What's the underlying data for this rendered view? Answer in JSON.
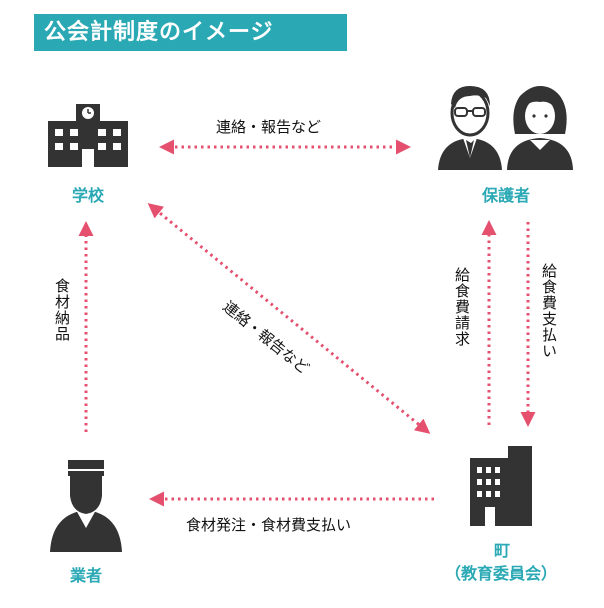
{
  "title": "公会計制度のイメージ",
  "colors": {
    "accent": "#2aa9b5",
    "arrow": "#e5506f",
    "icon": "#333333"
  },
  "nodes": {
    "school": {
      "label": "学校",
      "icon": "school-building-icon"
    },
    "parents": {
      "label": "保護者",
      "icon": "parents-icon"
    },
    "vendor": {
      "label": "業者",
      "icon": "cook-person-icon"
    },
    "town": {
      "label": "町",
      "sublabel": "（教育委員会）",
      "icon": "office-building-icon"
    }
  },
  "edges": {
    "school_parents": "連絡・報告など",
    "school_town": "連絡・報告など",
    "vendor_school": "食材納品",
    "town_parents": "給食費請求",
    "parents_town": "給食費支払い",
    "town_vendor": "食材発注・食材費支払い"
  }
}
